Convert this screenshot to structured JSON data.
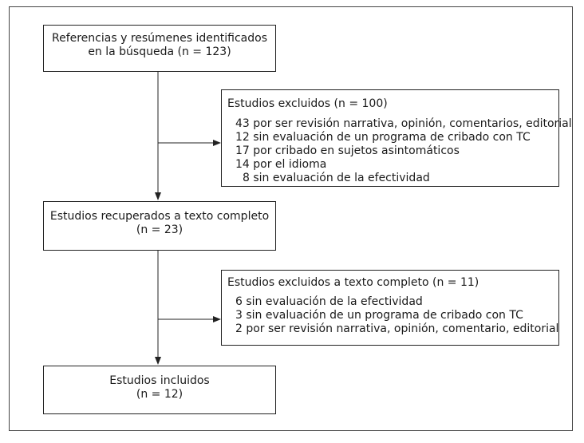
{
  "boxes": {
    "identified": {
      "line1": "Referencias y resúmenes identificados",
      "line2": "en la búsqueda (n = 123)"
    },
    "excluded1": {
      "title": "Estudios excluidos (n = 100)",
      "items": [
        "43 por ser revisión narrativa, opinión, comentarios, editorial",
        "12 sin evaluación de un programa de cribado con TC",
        "17 por cribado en sujetos asintomáticos",
        "14 por el idioma",
        "8 sin evaluación de la efectividad"
      ]
    },
    "retrieved": {
      "line1": "Estudios recuperados a texto completo",
      "line2": "(n = 23)"
    },
    "excluded2": {
      "title": "Estudios excluidos a texto completo (n = 11)",
      "items": [
        "6 sin evaluación de la efectividad",
        "3 sin evaluación de un programa de cribado con TC",
        "2 por ser revisión narrativa, opinión, comentario, editorial"
      ]
    },
    "included": {
      "line1": "Estudios incluidos",
      "line2": "(n = 12)"
    }
  }
}
